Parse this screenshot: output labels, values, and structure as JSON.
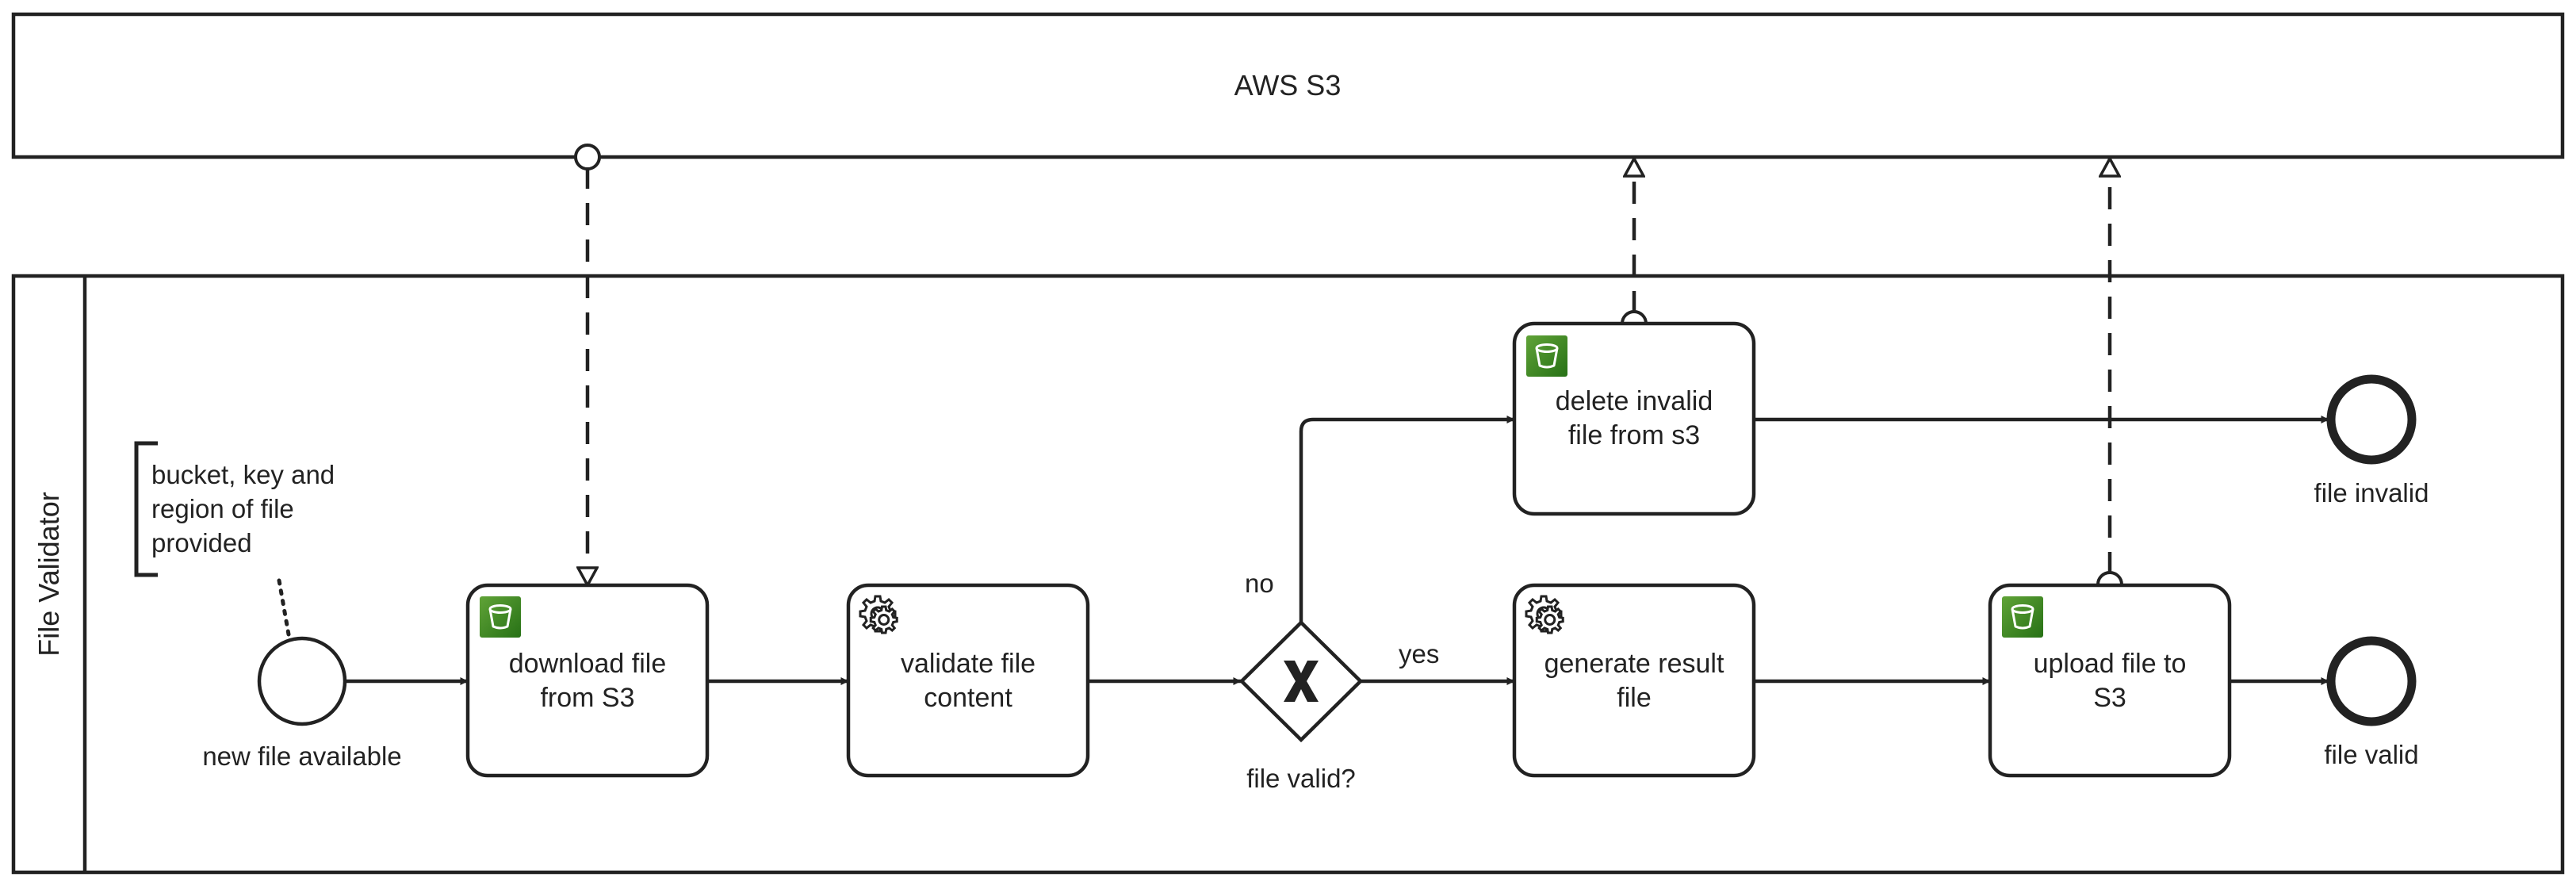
{
  "pools": {
    "aws": {
      "label": "AWS S3"
    },
    "validator": {
      "label": "File Validator"
    }
  },
  "annotation": [
    "bucket, key and",
    "region of file",
    "provided"
  ],
  "events": {
    "start": "new file available",
    "end_invalid": "file invalid",
    "end_valid": "file valid"
  },
  "tasks": {
    "download": [
      "download file",
      "from S3"
    ],
    "validate": [
      "validate file",
      "content"
    ],
    "delete": [
      "delete invalid",
      "file from s3"
    ],
    "generate": [
      "generate result",
      "file"
    ],
    "upload": [
      "upload file to",
      "S3"
    ]
  },
  "gateway": {
    "label": "file valid?",
    "yes": "yes",
    "no": "no"
  },
  "icons": {
    "s3": "s3-bucket-icon",
    "service": "gear-icon"
  },
  "colors": {
    "stroke": "#222222",
    "s3_green": "#3f8624"
  }
}
